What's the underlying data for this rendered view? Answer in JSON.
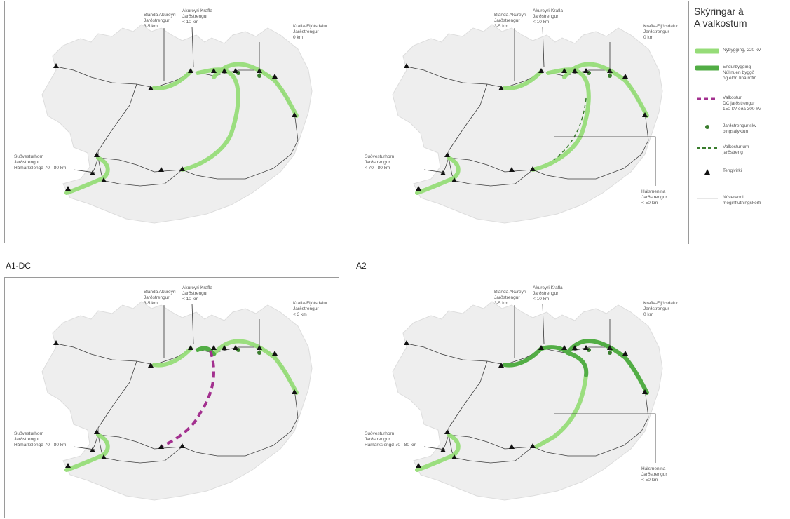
{
  "legend": {
    "title_line1": "Skýringar á",
    "title_line2": "A valkostum",
    "items": [
      {
        "lines": [
          "Nýbygging, 220 kV"
        ],
        "symbol": "new-line"
      },
      {
        "lines": [
          "Endurbygging",
          "Núlinuen byggð",
          "og eldri lína rofin"
        ],
        "symbol": "rebuild-line"
      },
      {
        "lines": [
          "Valkostur",
          "DC jarðstrengur",
          "150 kV eða 300 kV"
        ],
        "symbol": "dc-option"
      },
      {
        "lines": [
          "Jarðstrengur skv",
          "þingsályktun"
        ],
        "symbol": "cable-dot"
      },
      {
        "lines": [
          "Valkostur um",
          "jarðstreng"
        ],
        "symbol": "cable-option"
      },
      {
        "lines": [
          "Tengivirki"
        ],
        "symbol": "substation"
      },
      {
        "lines": [
          "Núverandi",
          "meginflutningskerfi"
        ],
        "symbol": "existing-grid"
      }
    ]
  },
  "colors": {
    "new_line": "#96dc78",
    "rebuild_line": "#52ad45",
    "dc_option": "#a3308f",
    "cable_option": "#3a7d2e",
    "grid": "#3d3d3d",
    "land": "#eeeeee",
    "substation": "#111111"
  },
  "panels": [
    {
      "id": "a1",
      "title": "",
      "labels": {
        "blanda": [
          "Blanda Akureyri",
          "Jarðstrengur",
          "3-5 km"
        ],
        "krafla": [
          "Akureyri-Krafla",
          "Jarðstrengur",
          "< 10 km"
        ],
        "fljotsdalur": [
          "Krafla-Fljótsdalur",
          "Jarðstrengur",
          "0 km"
        ],
        "sudvestur": [
          "Suðvesturhorn",
          "Jarðstrengur",
          "Hámarkslengd 70 - 80 km"
        ],
        "holasand": []
      }
    },
    {
      "id": "a1-cable",
      "title": "",
      "labels": {
        "blanda": [
          "Blanda Akureyri",
          "Jarðstrengur",
          "3-5 km"
        ],
        "krafla": [
          "Akureyri-Krafla",
          "Jarðstrengur",
          "< 10 km"
        ],
        "fljotsdalur": [
          "Krafla-Fljótsdalur",
          "Jarðstrengur",
          "0 km"
        ],
        "sudvestur": [
          "Suðvesturhorn",
          "Jarðstrengur",
          "< 70 - 80 km"
        ],
        "holasand": [
          "Hálsmenina",
          "Jarðstrengur",
          "< 50 km"
        ]
      }
    },
    {
      "id": "a1-dc",
      "title": "A1-DC",
      "labels": {
        "blanda": [
          "Blanda Akureyri",
          "Jarðstrengur",
          "3-5 km"
        ],
        "krafla": [
          "Akureyri-Krafla",
          "Jarðstrengur",
          "< 10 km"
        ],
        "fljotsdalur": [
          "Krafla-Fljótsdalur",
          "Jarðstrengur",
          "< 3 km"
        ],
        "sudvestur": [
          "Suðvesturhorn",
          "Jarðstrengur",
          "Hámarkslengd 70 - 80 km"
        ],
        "holasand": []
      }
    },
    {
      "id": "a2",
      "title": "A2",
      "labels": {
        "blanda": [
          "Blanda Akureyri",
          "Jarðstrengur",
          "3-5 km"
        ],
        "krafla": [
          "Akureyri Krafla",
          "Jarðstrengur",
          "< 10 km"
        ],
        "fljotsdalur": [
          "Krafla-Fljótsdalur",
          "Jarðstrengur",
          "0 km"
        ],
        "sudvestur": [
          "Suðvesturhorn",
          "Jarðstrengur",
          "Hámarkslengd 70 - 80 km"
        ],
        "holasand": [
          "Hálsmenina",
          "Jarðstrengur",
          "< 50 km"
        ]
      }
    }
  ]
}
